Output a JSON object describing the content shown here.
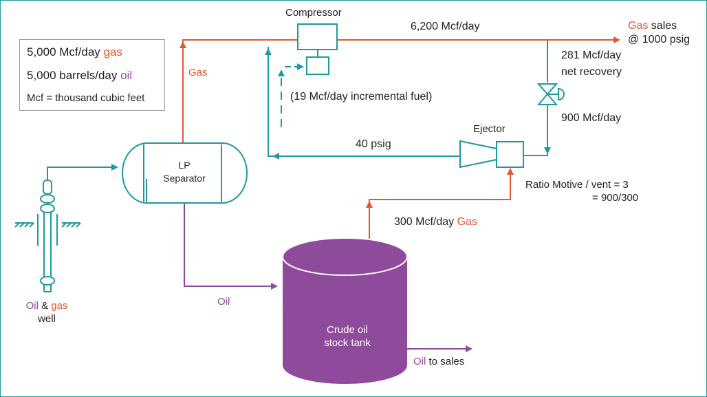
{
  "colors": {
    "teal": "#1c9aa0",
    "gas": "#e4572e",
    "oil": "#8e4a9b",
    "tank": "#8e4a9b",
    "text": "#231f20",
    "legend_border": "#9a9a9a"
  },
  "legend": {
    "line1_value": "5,000 Mcf/day ",
    "line1_word": "gas",
    "line2_value": "5,000 barrels/day ",
    "line2_word": "oil",
    "line3": "Mcf = thousand cubic feet"
  },
  "labels": {
    "compressor": "Compressor",
    "gas_flow_top": "6,200 Mcf/day",
    "gas_sales_word": "Gas",
    "gas_sales_rest": " sales",
    "gas_sales_pressure": "@ 1000 psig",
    "net_recovery_value": "281 Mcf/day",
    "net_recovery_label": "net recovery",
    "incremental_fuel": "(19 Mcf/day incremental fuel)",
    "motive_flow": "900 Mcf/day",
    "ejector": "Ejector",
    "pressure_40": "40 psig",
    "separator_line1": "LP",
    "separator_line2": "Separator",
    "separator_gas": "Gas",
    "ratio_line1": "Ratio Motive  / vent = 3",
    "ratio_line2": "= 900/300",
    "vent_value": "300 Mcf/day ",
    "vent_word": "Gas",
    "oil_flow": "Oil",
    "well_oil": "Oil",
    "well_amp": " & ",
    "well_gas": "gas",
    "well_word": "well",
    "tank_line1": "Crude oil",
    "tank_line2": "stock tank",
    "oil_sales_word": "Oil",
    "oil_sales_rest": " to sales"
  }
}
